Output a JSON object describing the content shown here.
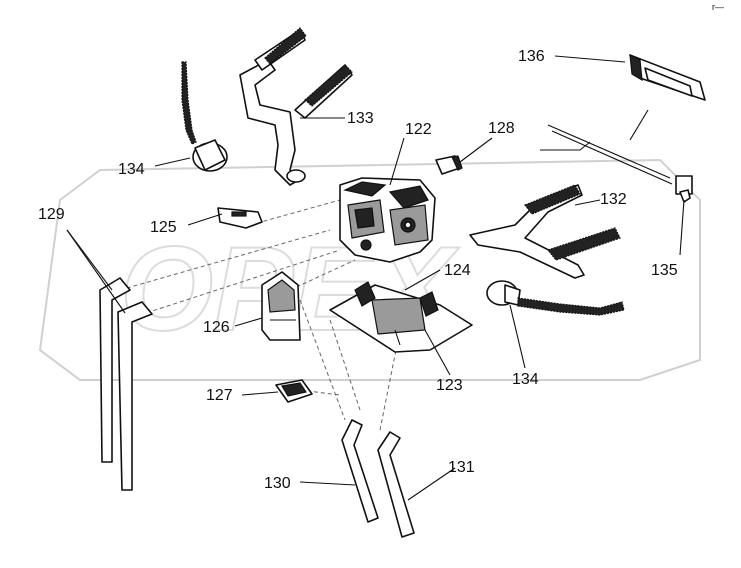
{
  "watermark": "OPEX",
  "corner_mark": "r—",
  "callouts": [
    {
      "id": "p122",
      "text": "122"
    },
    {
      "id": "p123",
      "text": "123"
    },
    {
      "id": "p124",
      "text": "124"
    },
    {
      "id": "p125",
      "text": "125"
    },
    {
      "id": "p126",
      "text": "126"
    },
    {
      "id": "p127",
      "text": "127"
    },
    {
      "id": "p128",
      "text": "128"
    },
    {
      "id": "p129",
      "text": "129"
    },
    {
      "id": "p130",
      "text": "130"
    },
    {
      "id": "p131",
      "text": "131"
    },
    {
      "id": "p132",
      "text": "132"
    },
    {
      "id": "p133",
      "text": "133"
    },
    {
      "id": "p134a",
      "text": "134"
    },
    {
      "id": "p134b",
      "text": "134"
    },
    {
      "id": "p135",
      "text": "135"
    },
    {
      "id": "p136",
      "text": "136"
    }
  ]
}
